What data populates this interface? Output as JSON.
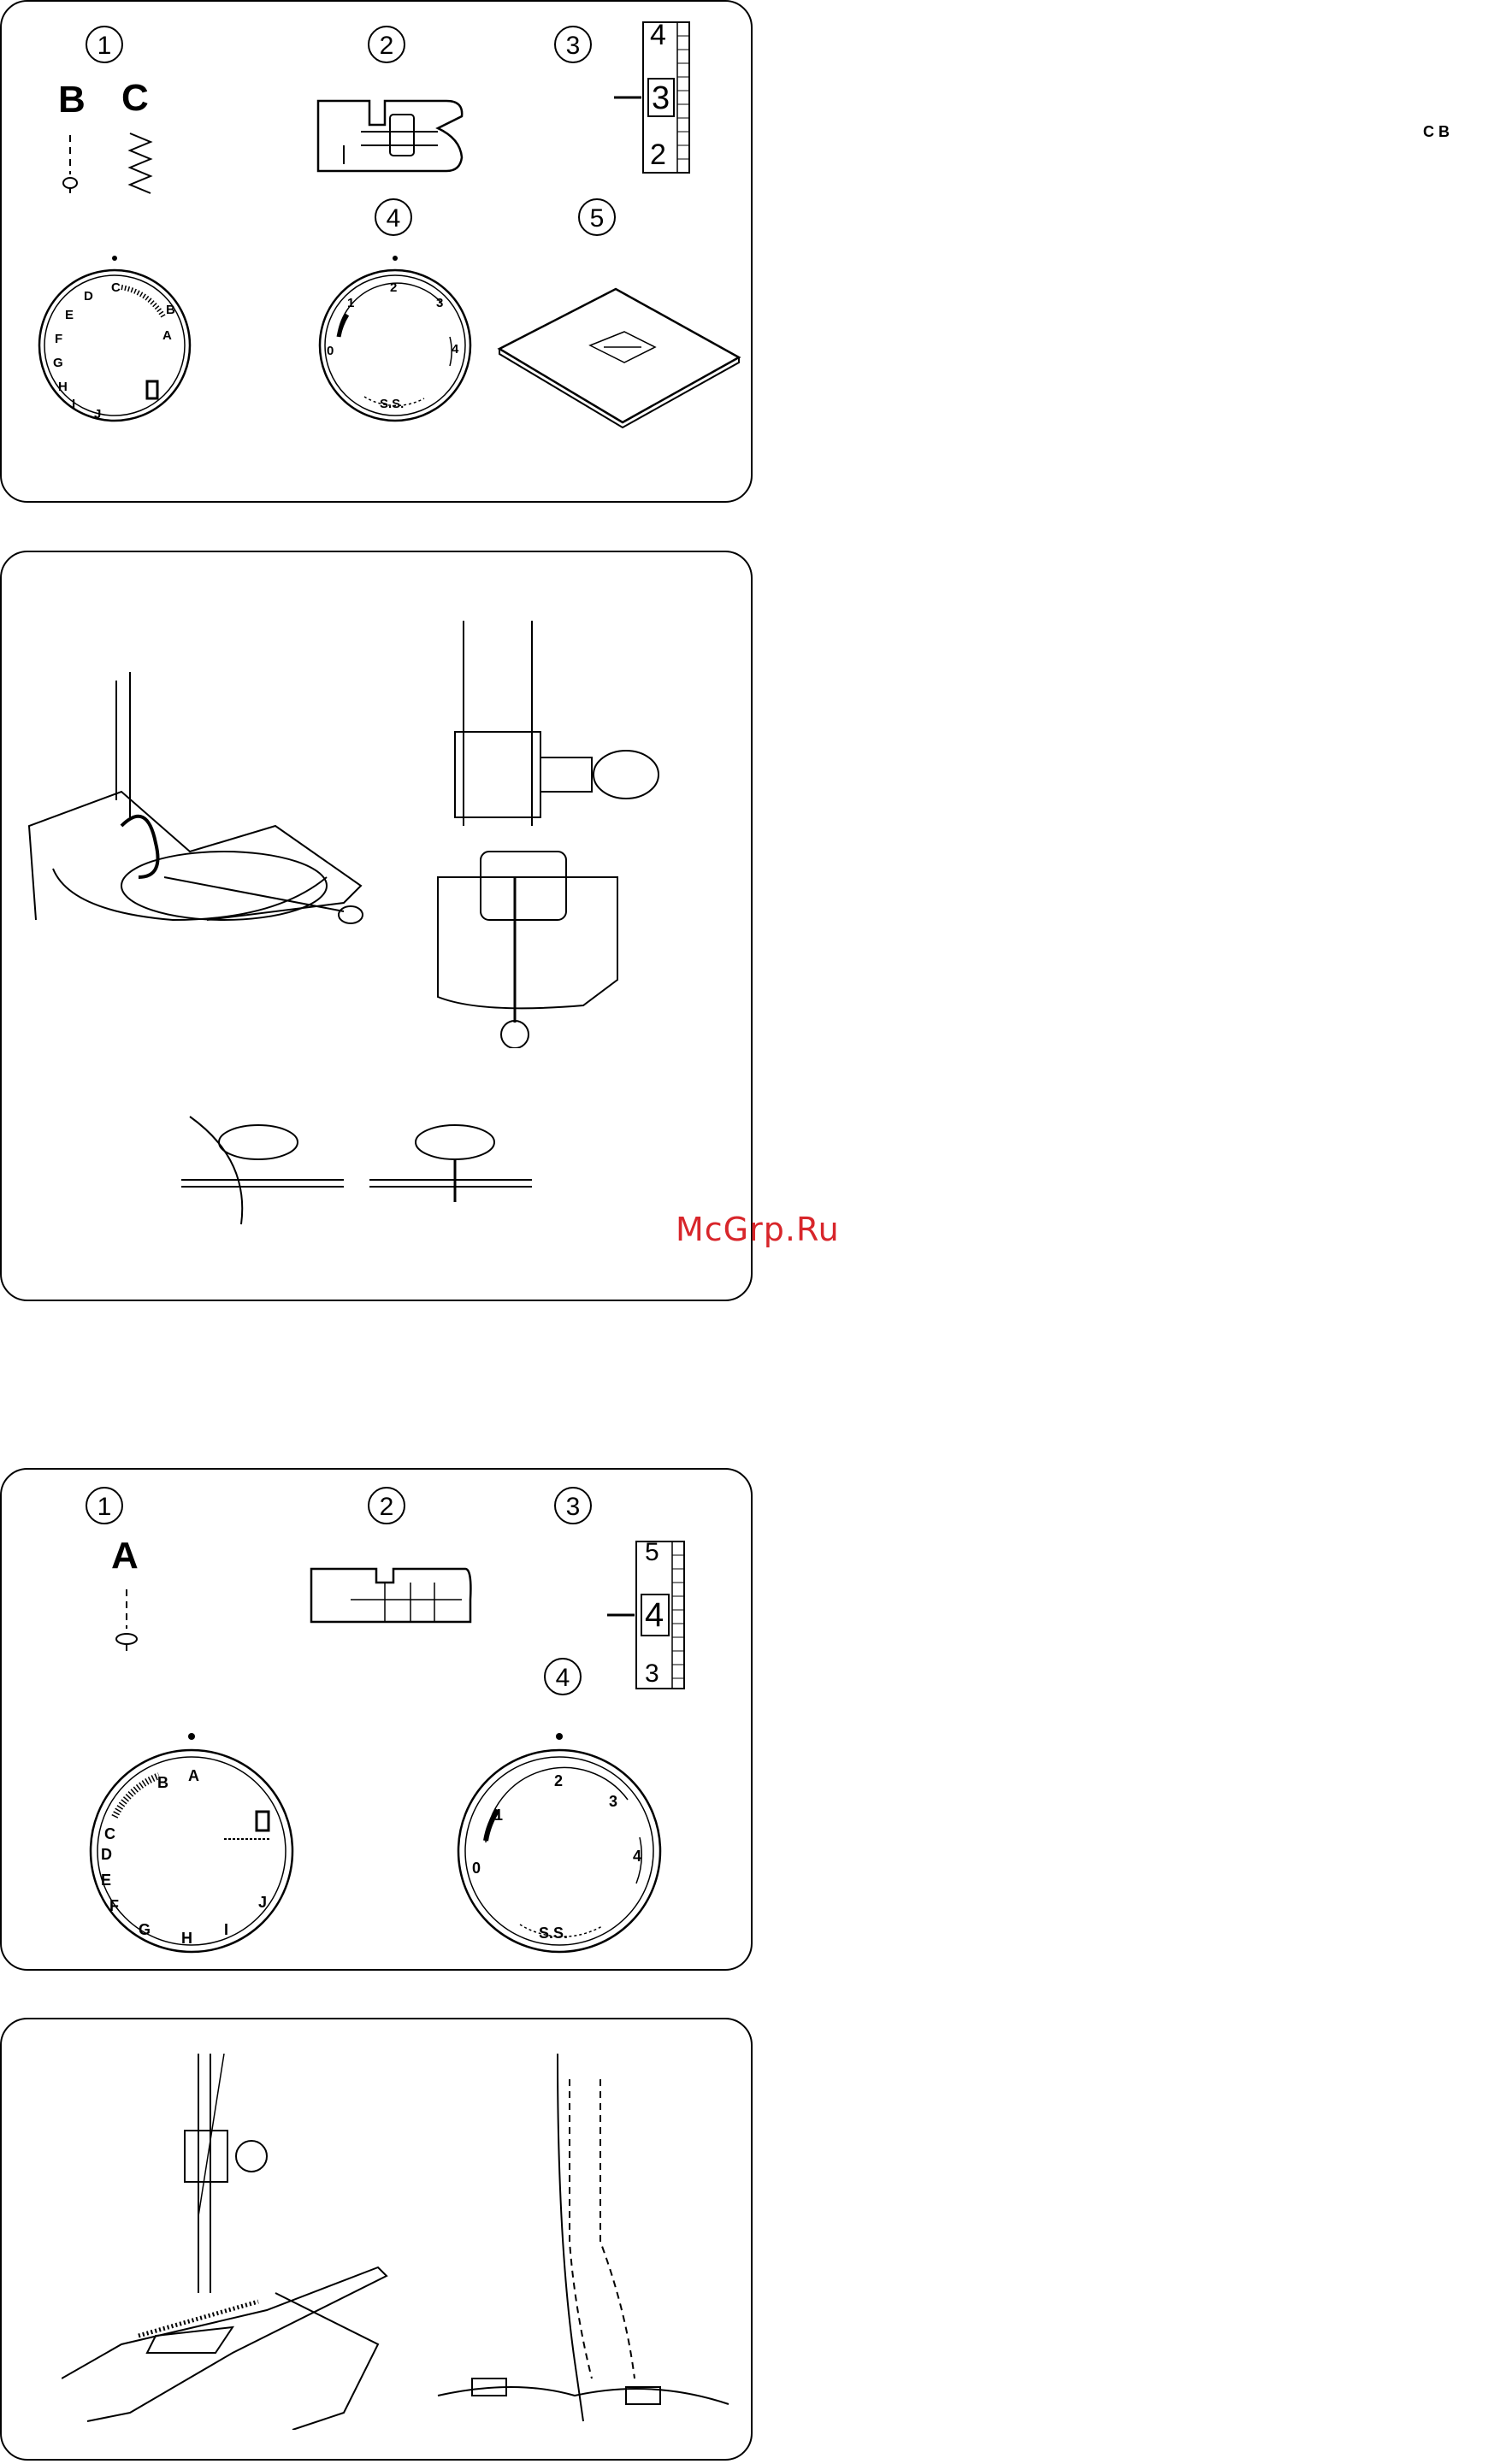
{
  "section1": {
    "steps": [
      "1",
      "2",
      "3",
      "4",
      "5"
    ],
    "pattern_letters": [
      "B",
      "C"
    ],
    "stitch_length_scale": [
      "4",
      "3",
      "2"
    ],
    "pattern_dial_letters": [
      "A",
      "B",
      "C",
      "D",
      "E",
      "F",
      "G",
      "H",
      "I",
      "J"
    ],
    "width_dial_numbers": [
      "0",
      "1",
      "2",
      "3",
      "4"
    ],
    "width_dial_extra": "S.S."
  },
  "side_label": "C B",
  "section3": {
    "steps": [
      "1",
      "2",
      "3",
      "4"
    ],
    "pattern_letter": "A",
    "stitch_length_scale": [
      "5",
      "4",
      "3"
    ],
    "pattern_dial_letters": [
      "A",
      "B",
      "C",
      "D",
      "E",
      "F",
      "G",
      "H",
      "I",
      "J"
    ],
    "width_dial_numbers": [
      "0",
      "1",
      "2",
      "3",
      "4"
    ],
    "width_dial_extra": "S.S."
  },
  "watermark": "McGrp.Ru",
  "colors": {
    "watermark": "#d8262b",
    "ink": "#000000",
    "background": "#ffffff"
  }
}
